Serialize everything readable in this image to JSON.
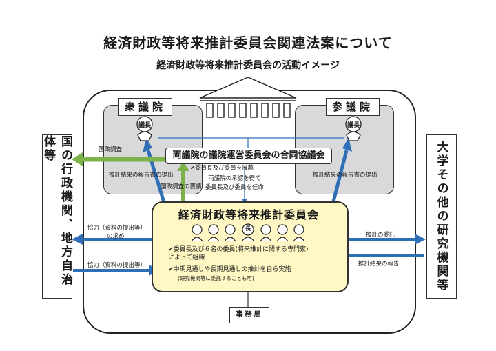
{
  "title": "経済財政等将来推計委員会関連法案について",
  "subtitle": "経済財政等将来推計委員会の活動イメージ",
  "house_of_representatives": "衆議院",
  "house_of_councillors": "参議院",
  "chair_label": "議長",
  "joint_council": {
    "name": "両議院の議院運営委員会の合同協議会",
    "note": "委員長及び委員を推薦"
  },
  "approval_note": "両議院の承認を得て\n委員長及び委員を任命",
  "committee": {
    "name": "経済財政等将来推計委員会",
    "chair_mark": "長",
    "bullet1": "委員長及び６名の委員(将来推計に関する専門家)\nによって組織",
    "bullet2": "中期見通しや長期見通しの推計を自ら実施",
    "bullet2_note": "(研究機関等に委託することも可)"
  },
  "left_box": "国の行政機関、地方自治体等",
  "right_box": "大学その他の研究機関等",
  "secretariat": "事務局",
  "labels": {
    "national_survey": "国政調査",
    "report_submit_left": "推計結果の報告書の提出",
    "report_submit_right": "推計結果の報告書の提出",
    "survey_request": "国政調査の要請",
    "cooperation_request_1": "協力（資料の提出等）",
    "cooperation_request_2": "の求め",
    "cooperation": "協力（資料の提出等）",
    "outsourcing": "推計の委託",
    "result_report": "推計結果の報告"
  },
  "colors": {
    "blue_arrow": "#2e6fb8",
    "green_arrow": "#7bb24a",
    "committee_fill": "#fff8c4",
    "chamber_fill": "#d9d9dc"
  }
}
